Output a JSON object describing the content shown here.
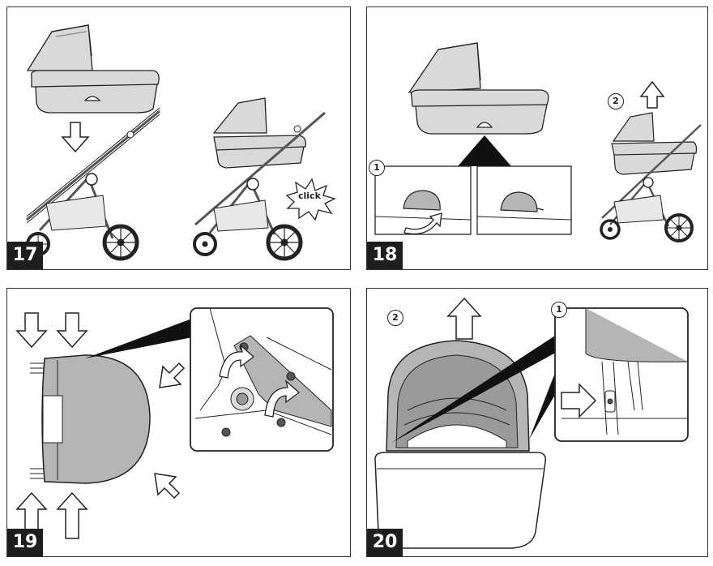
{
  "panels": [
    {
      "step": "17"
    },
    {
      "step": "18",
      "callouts": [
        "1",
        "2"
      ]
    },
    {
      "step": "19"
    },
    {
      "step": "20",
      "callouts": [
        "2",
        "1"
      ]
    }
  ],
  "click_label": "click",
  "colors": {
    "fabric": "#d9d9d9",
    "fabric_dark": "#b5b5b5",
    "frame": "#555555",
    "line": "#222222",
    "badge": "#1e1e1e"
  }
}
